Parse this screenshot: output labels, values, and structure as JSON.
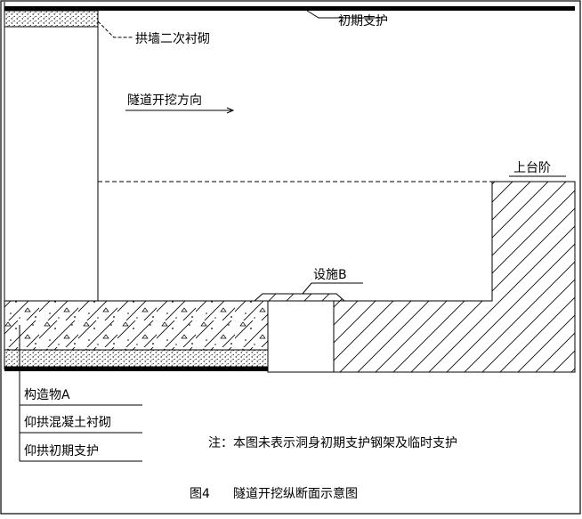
{
  "labels": {
    "initial_support": "初期支护",
    "arch_wall_lining": "拱墙二次衬砌",
    "excavation_direction": "隧道开挖方向",
    "upper_bench": "上台阶",
    "facility_b": "设施B",
    "structure_a": "构造物A",
    "invert_concrete_lining": "仰拱混凝土衬砌",
    "invert_initial_support": "仰拱初期支护"
  },
  "note": "注：本图未表示洞身初期支护钢架及临时支护",
  "caption": {
    "number": "图4",
    "title": "隧道开挖纵断面示意图"
  }
}
